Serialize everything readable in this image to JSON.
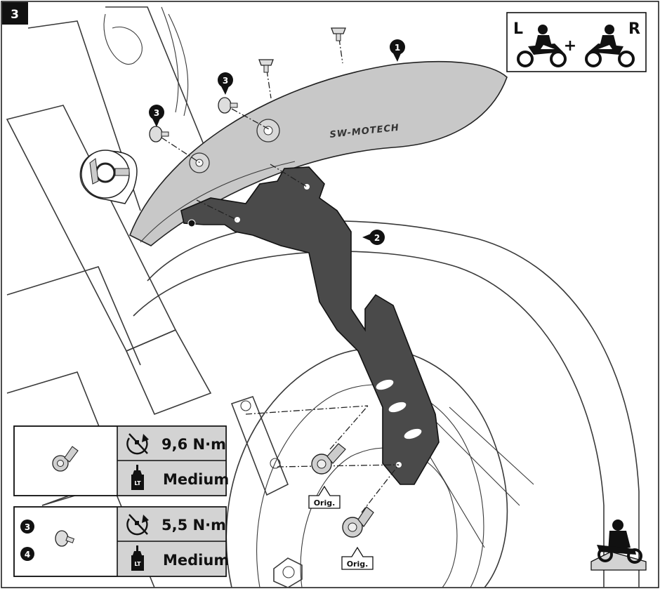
{
  "step": {
    "number": "3"
  },
  "side_indicator": {
    "left": "L",
    "right": "R",
    "plus": "+"
  },
  "brand_mark": "SW-MOTECH",
  "callouts": [
    {
      "id": "1"
    },
    {
      "id": "2"
    },
    {
      "id": "3a",
      "label": "3"
    },
    {
      "id": "3b",
      "label": "3"
    }
  ],
  "orig_labels": [
    "Orig.",
    "Orig."
  ],
  "spec_boxes": [
    {
      "parts": [],
      "torque": "9,6 N·m",
      "locking": "Medium",
      "locking_icon": "LT"
    },
    {
      "parts": [
        "3",
        "4"
      ],
      "torque": "5,5 N·m",
      "locking": "Medium",
      "locking_icon": "LT"
    }
  ],
  "colors": {
    "ink": "#111111",
    "panel": "#d3d3d3",
    "fender": "#c8c8c8",
    "bracket": "#4a4a4a"
  },
  "icons": [
    "side-both-icon",
    "torque-wrench-icon",
    "threadlocker-icon",
    "rider-icon",
    "clip-detail-icon"
  ]
}
